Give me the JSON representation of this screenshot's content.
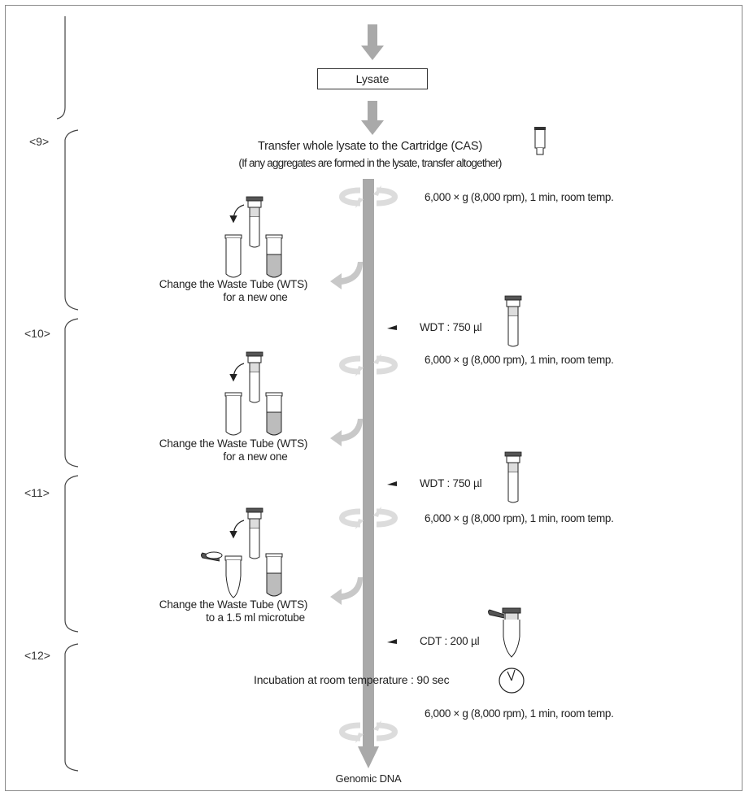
{
  "steps": [
    "<9>",
    "<10>",
    "<11>",
    "<12>"
  ],
  "lysate_label": "Lysate",
  "transfer": {
    "line1": "Transfer whole lysate to the Cartridge (CAS)",
    "line2": "(If any aggregates are formed in the lysate, transfer altogether)"
  },
  "centrifuge_condition": "6,000 × g (8,000 rpm), 1 min, room temp.",
  "change_wts_new": {
    "line1": "Change the Waste Tube (WTS)",
    "line2": "for a new one"
  },
  "change_wts_micro": {
    "line1": "Change the Waste Tube (WTS)",
    "line2": "to a 1.5 ml microtube"
  },
  "wdt_add": "WDT : 750 µl",
  "cdt_add": "CDT : 200 µl",
  "incubation": "Incubation at room temperature : 90 sec",
  "output_label": "Genomic DNA",
  "colors": {
    "flow_arrow": "#a9a9a9",
    "spin_arrow": "#d8d8d8",
    "frame": "#8a8a8a",
    "tube_stroke": "#333333"
  },
  "icons": [
    "down-arrow-icon",
    "spin-arrow-icon",
    "tube-icon",
    "microtube-icon",
    "timer-icon",
    "curved-arrow-icon",
    "bracket-icon"
  ]
}
